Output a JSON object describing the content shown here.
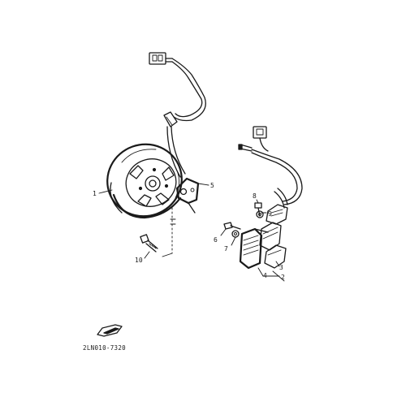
{
  "diagram": {
    "drawing_code": "2LN010-7320",
    "front_icon": "FWD",
    "callouts": [
      {
        "id": "1",
        "label": "1"
      },
      {
        "id": "2",
        "label": "2"
      },
      {
        "id": "3",
        "label": "3"
      },
      {
        "id": "4",
        "label": "4"
      },
      {
        "id": "5",
        "label": "5"
      },
      {
        "id": "6",
        "label": "6"
      },
      {
        "id": "7",
        "label": "7"
      },
      {
        "id": "8",
        "label": "8"
      },
      {
        "id": "9",
        "label": "9"
      },
      {
        "id": "10",
        "label": "10"
      }
    ]
  }
}
